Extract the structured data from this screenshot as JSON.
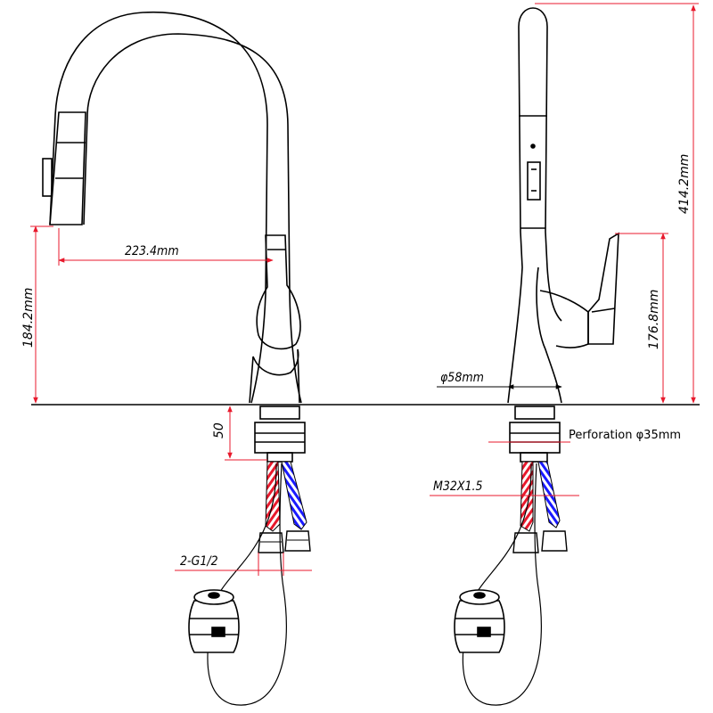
{
  "dimensions": {
    "spout_reach": "223.4mm",
    "spout_height": "184.2mm",
    "total_height": "414.2mm",
    "handle_height": "176.8mm",
    "base_diameter": "φ58mm",
    "shank_length": "50",
    "perforation": "Perforation φ35mm",
    "thread": "M32X1.5",
    "hose_connectors": "2-G1/2"
  },
  "colors": {
    "dimension_line": "#e8192c",
    "outline": "#000000",
    "hot_hose": "#e8192c",
    "cold_hose": "#1a1aff",
    "background": "#ffffff"
  }
}
